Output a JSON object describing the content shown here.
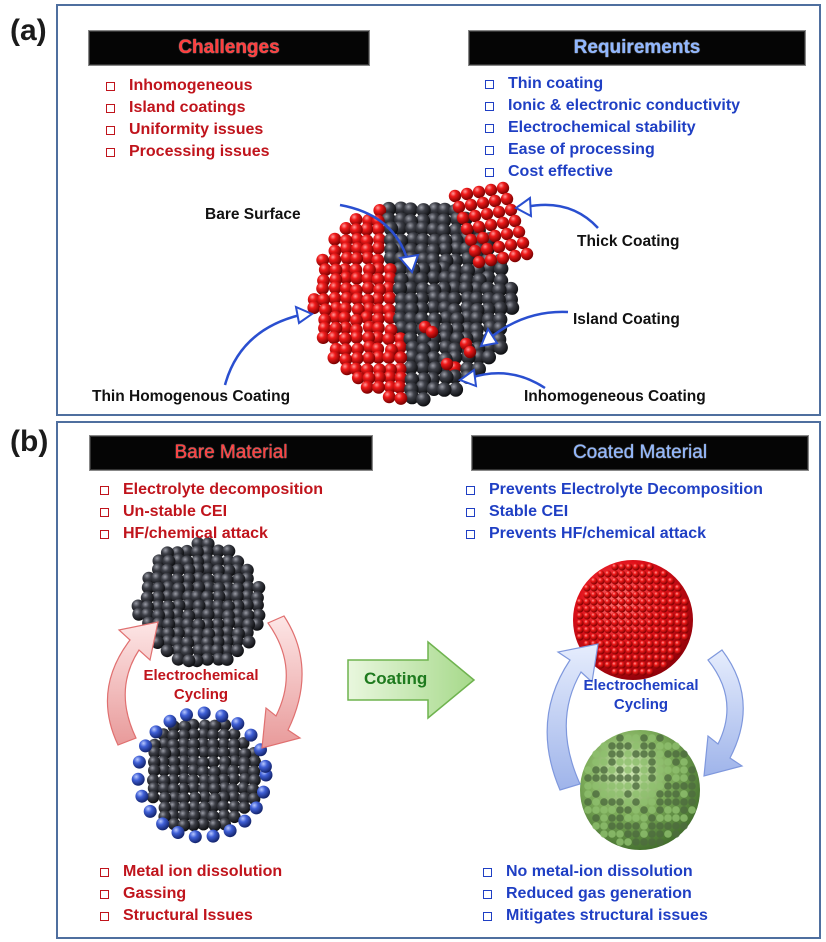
{
  "panel_a": {
    "label": "(a)",
    "challenges": {
      "title": "Challenges",
      "items": [
        "Inhomogeneous",
        "Island coatings",
        "Uniformity issues",
        "Processing issues"
      ]
    },
    "requirements": {
      "title": "Requirements",
      "items": [
        "Thin coating",
        "Ionic & electronic conductivity",
        "Electrochemical stability",
        "Ease of processing",
        "Cost effective"
      ]
    },
    "annotations": {
      "bare_surface": "Bare Surface",
      "thick_coating": "Thick Coating",
      "island_coating": "Island Coating",
      "thin_homogenous": "Thin Homogenous Coating",
      "inhomogeneous": "Inhomogeneous Coating"
    }
  },
  "panel_b": {
    "label": "(b)",
    "bare": {
      "title": "Bare Material",
      "top_items": [
        "Electrolyte decomposition",
        "Un-stable CEI",
        "HF/chemical attack"
      ],
      "bottom_items": [
        "Metal ion dissolution",
        "Gassing",
        "Structural Issues"
      ],
      "cycle_line1": "Electrochemical",
      "cycle_line2": "Cycling"
    },
    "coating_arrow_label": "Coating",
    "coated": {
      "title": "Coated Material",
      "top_items": [
        "Prevents Electrolyte Decomposition",
        "Stable CEI",
        "Prevents HF/chemical attack"
      ],
      "bottom_items": [
        "No metal-ion dissolution",
        "Reduced gas generation",
        "Mitigates structural issues"
      ],
      "cycle_line1": "Electrochemical",
      "cycle_line2": "Cycling"
    }
  },
  "colors": {
    "coating_red": "#e0101a",
    "core_dark": "#3a3c44",
    "dissolution_blue": "#3f5fd6",
    "coated_green": "#7fae5c",
    "text_red": "#c0141c",
    "text_blue": "#1f3fc4",
    "border": "#4f6f9f"
  }
}
